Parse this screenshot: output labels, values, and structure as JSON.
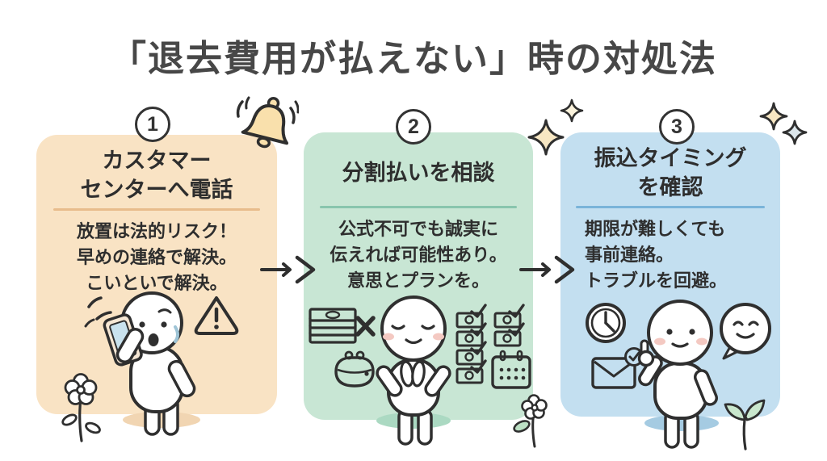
{
  "title": "「退去費用が払えない」時の対処法",
  "panels": [
    {
      "number": "1",
      "title": "カスタマー\nセンターへ電話",
      "body": "放置は法的リスク！\n早めの連絡で解決。\nこいといで解決。",
      "bg": "#F9E3C4",
      "accent": "#E8BC8C",
      "shadow": "#F1D5B2",
      "illustration": "worried character on phone with warning triangle and flower"
    },
    {
      "number": "2",
      "title": "分割払いを相談",
      "body": "公式不可でも誠実に\n伝えれば可能性あり。\n意思とプランを。",
      "bg": "#C8E6D4",
      "accent": "#89C5AD",
      "shadow": "#ABD9C2",
      "illustration": "praying character with rejected cash, purse, checked bills and calendar"
    },
    {
      "number": "3",
      "title": "振込タイミング\nを確認",
      "body": "期限が難しくても\n事前連絡。\nトラブルを回避。",
      "bg": "#C3DFF0",
      "accent": "#7AB4D9",
      "shadow": "#A5CBE2",
      "illustration": "smiling character pointing up with clock, mail check and smiley bubble"
    }
  ],
  "icons": {
    "bell": "bell-icon",
    "sparkles": "sparkle-icon",
    "arrow": "arrow-right-icon",
    "warning": "warning-triangle-icon",
    "phone": "phone-icon",
    "money_stack": "money-stack-icon",
    "purse": "coin-purse-icon",
    "bill_check": "bill-check-icon",
    "calendar": "calendar-icon",
    "clock": "clock-icon",
    "mail_check": "mail-check-icon",
    "smiley_bubble": "smiley-speech-bubble-icon",
    "flower": "flower-icon",
    "sprout": "sprout-icon"
  },
  "colors": {
    "background": "#FFFFFF",
    "title_text": "#474747",
    "panel_text": "#2E2E2E",
    "outline": "#2F2F2F",
    "bell_fill": "#F9E0AC",
    "sparkle_cream": "#F7E7C3",
    "sparkle_blue": "#DCE6EB",
    "blush": "#F4C9C2",
    "phone_screen": "#C9E2EE",
    "leaf_green": "#C9E7CD"
  }
}
